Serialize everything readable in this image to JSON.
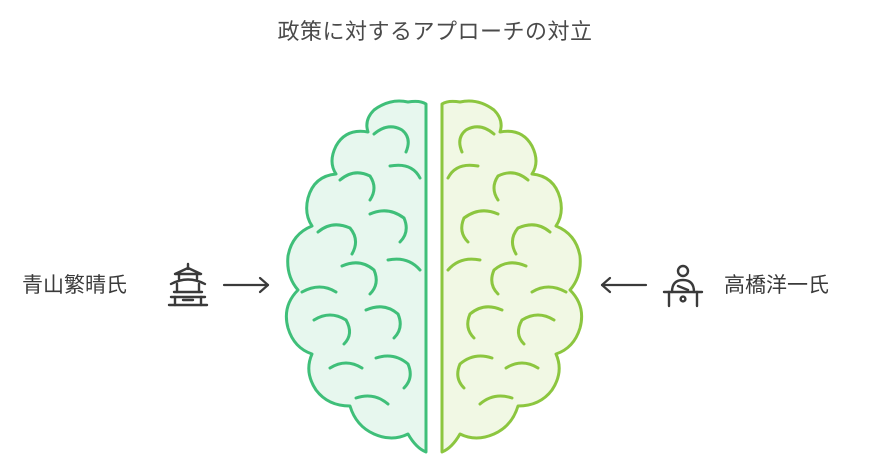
{
  "title": "政策に対するアプローチの対立",
  "left": {
    "name": "青山繁晴氏",
    "icon": "pagoda-icon"
  },
  "right": {
    "name": "高橋洋一氏",
    "icon": "speaker-at-desk-icon"
  },
  "colors": {
    "left_stroke": "#3fbf79",
    "left_fill": "#e7f7ee",
    "right_stroke": "#8cc63f",
    "right_fill": "#f1f8e4",
    "text": "#3a3a3a"
  }
}
